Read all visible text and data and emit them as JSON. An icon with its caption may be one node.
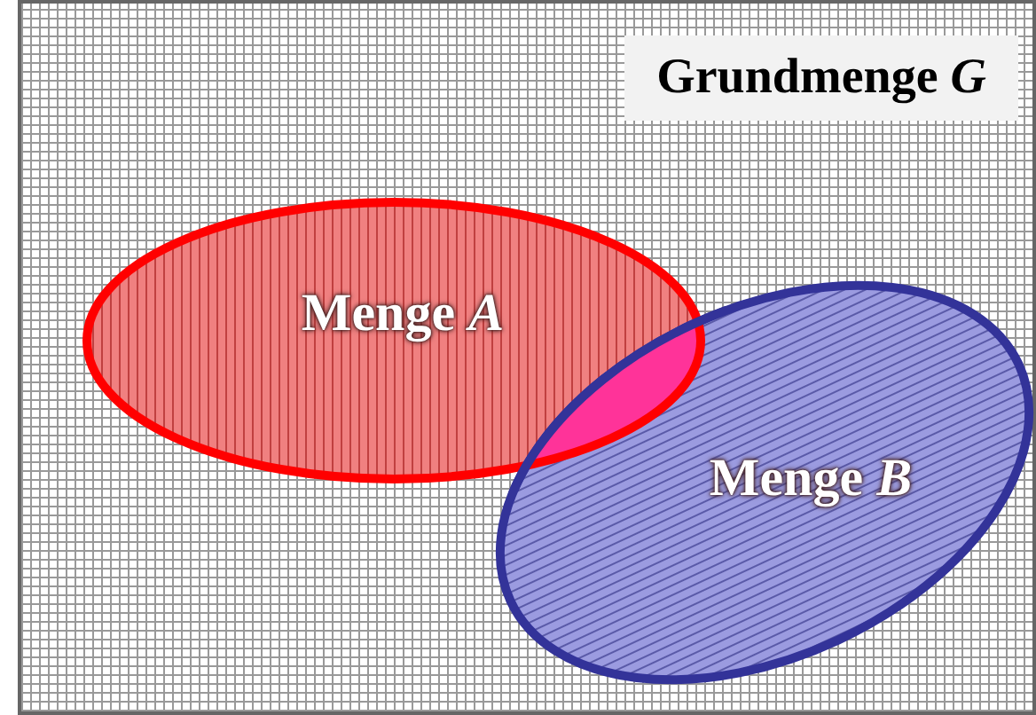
{
  "diagram": {
    "nodes": [
      {
        "text": [
          "Grundmenge *G*"
        ]
      },
      {
        "text": [
          "Menge *A*"
        ],
        "in": 0
      },
      {
        "text": [
          "Menge *B*"
        ],
        "in": 0
      }
    ]
  }
}
